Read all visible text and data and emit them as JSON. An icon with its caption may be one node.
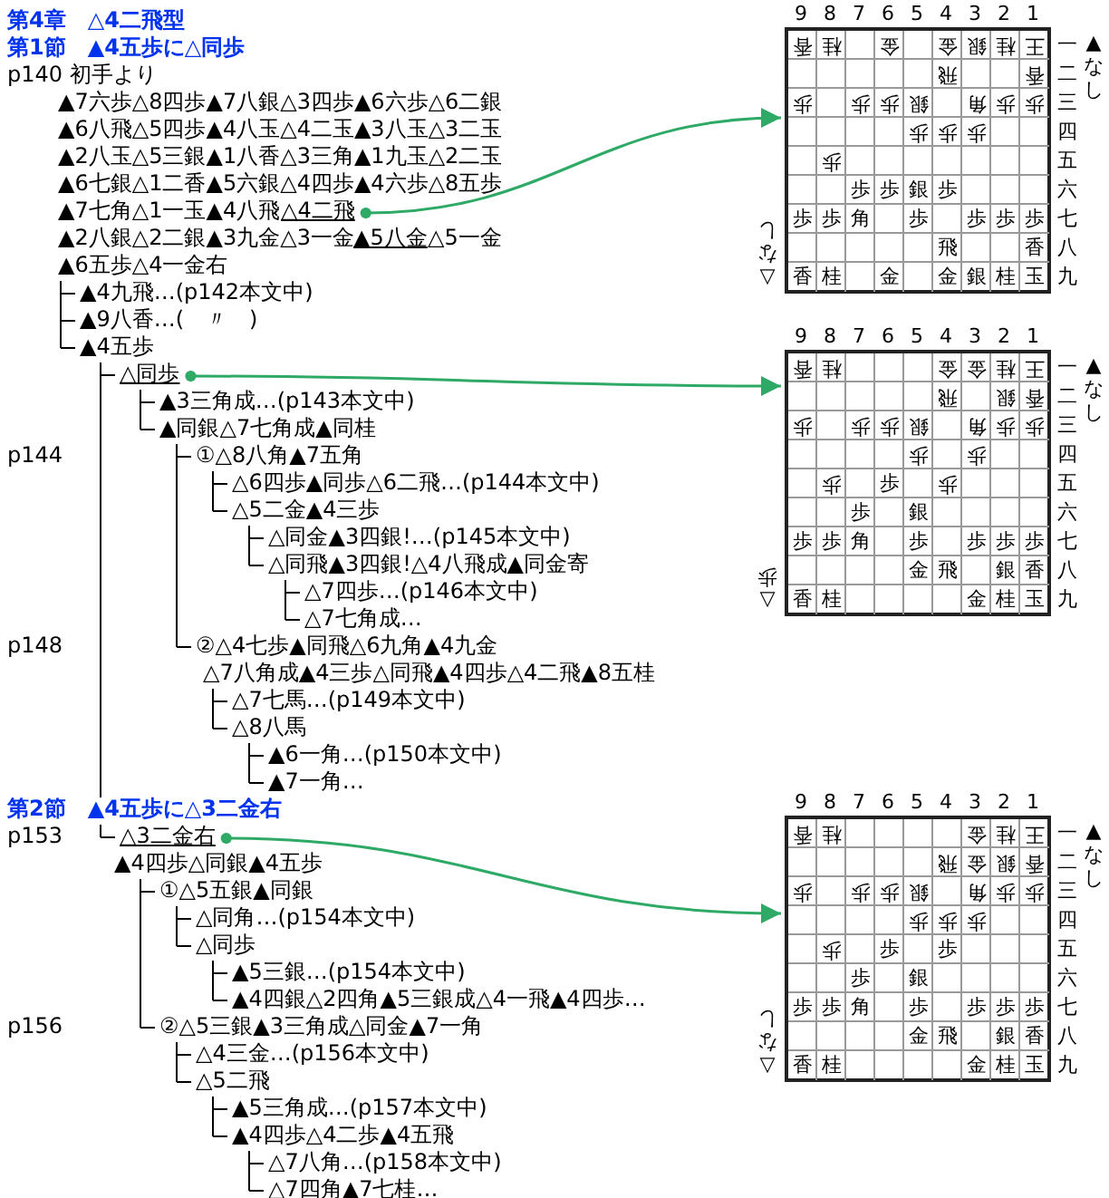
{
  "diagram": {
    "title": "第4章　△4二飛型",
    "nodes": [
      {
        "text": [
          "△4二飛"
        ]
      },
      {
        "text": [
          "△同歩"
        ]
      },
      {
        "text": [
          "△3二金右"
        ]
      },
      {
        "text": [],
        "shape": "box"
      },
      {
        "text": [],
        "shape": "box"
      },
      {
        "text": [],
        "shape": "box"
      }
    ],
    "edges": [
      {
        "from": 0,
        "to": 3,
        "arrow": "to"
      },
      {
        "from": 1,
        "to": 4,
        "arrow": "to"
      },
      {
        "from": 2,
        "to": 5,
        "arrow": "to"
      }
    ],
    "labels": [
      "第1節　▲4五歩に△同歩",
      "p140 初手より",
      "▲7六歩△8四歩▲7八銀△3四歩▲6六歩△6二銀",
      "▲6八飛△5四歩▲4八玉△4二玉▲3八玉△3二玉",
      "▲2八玉△5三銀▲1八香△3三角▲1九玉△2二玉",
      "▲6七銀△1二香▲5六銀△4四歩▲4六歩△8五歩",
      "▲7七角△1一玉▲4八飛",
      "▲2八銀△2二銀▲3九金△3一金",
      "▲5八金",
      "△5一金",
      "▲6五歩△4一金右",
      "▲4九飛…(p142本文中)",
      "▲9八香…(　〃　)",
      "▲4五歩",
      "▲3三角成…(p143本文中)",
      "▲同銀△7七角成▲同桂",
      "p144",
      "①△8八角▲7五角",
      "△6四歩▲同歩△6二飛…(p144本文中)",
      "△5二金▲4三歩",
      "△同金▲3四銀!…(p145本文中)",
      "△同飛▲3四銀!△4八飛成▲同金寄",
      "△7四歩…(p146本文中)",
      "△7七角成…",
      "p148",
      "②△4七歩▲同飛△6九角▲4九金",
      "△7八角成▲4三歩△同飛▲4四歩△4二飛▲8五桂",
      "△7七馬…(p149本文中)",
      "△8八馬",
      "▲6一角…(p150本文中)",
      "▲7一角…",
      "第2節　▲4五歩に△3二金右",
      "p153",
      "▲4四歩△同銀▲4五歩",
      "①△5五銀▲同銀",
      "△同角…(p154本文中)",
      "△同歩",
      "▲5三銀…(p154本文中)",
      "▲4四銀△2四角▲5三銀成△4一飛▲4四歩…",
      "p156",
      "②△5三銀▲3三角成△同金▲7一角",
      "△4三金…(p156本文中)",
      "△5二飛",
      "▲5三角成…(p157本文中)",
      "▲4四歩△4二歩▲4五飛",
      "△7八角…(p158本文中)",
      "△7四角▲7七桂…",
      "9",
      "8",
      "7",
      "6",
      "5",
      "4",
      "3",
      "2",
      "1",
      "▲なし",
      "香",
      "桂",
      "金",
      "金",
      "銀",
      "桂",
      "王",
      "一",
      "飛",
      "香",
      "二",
      "歩",
      "歩",
      "歩",
      "銀",
      "角",
      "歩",
      "歩",
      "三",
      "歩",
      "歩",
      "歩",
      "四",
      "歩",
      "五",
      "歩",
      "歩",
      "銀",
      "歩",
      "六",
      "△なし",
      "歩",
      "歩",
      "角",
      "歩",
      "歩",
      "歩",
      "歩",
      "七",
      "飛",
      "香",
      "八",
      "香",
      "桂",
      "金",
      "金",
      "銀",
      "桂",
      "玉",
      "九",
      "9",
      "8",
      "7",
      "6",
      "5",
      "4",
      "3",
      "2",
      "1",
      "▲なし",
      "香",
      "桂",
      "金",
      "金",
      "桂",
      "王",
      "一",
      "飛",
      "銀",
      "香",
      "二",
      "歩",
      "歩",
      "歩",
      "銀",
      "角",
      "歩",
      "歩",
      "三",
      "歩",
      "歩",
      "四",
      "歩",
      "歩",
      "歩",
      "五",
      "歩",
      "銀",
      "六",
      "歩",
      "歩",
      "角",
      "歩",
      "歩",
      "歩",
      "歩",
      "七",
      "△歩",
      "金",
      "飛",
      "銀",
      "香",
      "八",
      "香",
      "桂",
      "金",
      "桂",
      "玉",
      "九",
      "9",
      "8",
      "7",
      "6",
      "5",
      "4",
      "3",
      "2",
      "1",
      "▲なし",
      "香",
      "桂",
      "金",
      "桂",
      "王",
      "一",
      "飛",
      "金",
      "銀",
      "香",
      "二",
      "歩",
      "歩",
      "歩",
      "銀",
      "角",
      "歩",
      "歩",
      "三",
      "歩",
      "歩",
      "歩",
      "四",
      "歩",
      "歩",
      "歩",
      "五",
      "歩",
      "銀",
      "六",
      "△なし",
      "歩",
      "歩",
      "角",
      "歩",
      "歩",
      "歩",
      "歩",
      "七",
      "金",
      "飛",
      "銀",
      "香",
      "八",
      "香",
      "桂",
      "金",
      "桂",
      "玉",
      "九"
    ]
  }
}
